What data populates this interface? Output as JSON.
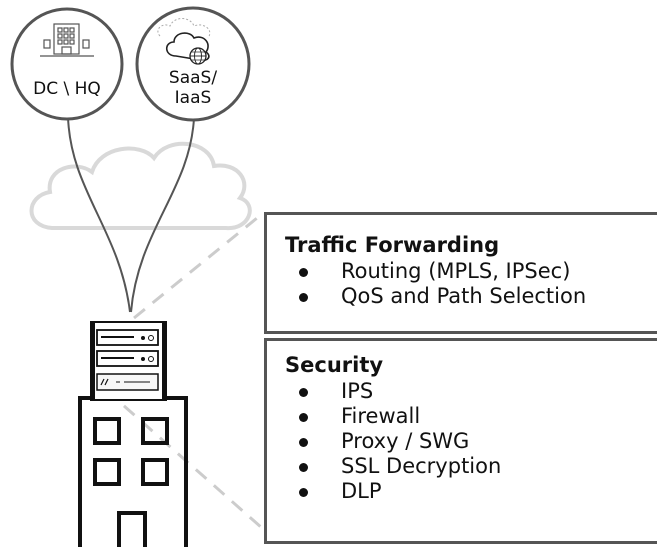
{
  "locations": {
    "hq": {
      "label": "DC \\ HQ",
      "icon": "office-building-icon"
    },
    "cloud": {
      "label_line1": "SaaS/",
      "label_line2": "IaaS",
      "icon": "cloud-globe-icon"
    }
  },
  "internet": {
    "icon": "cloud-icon"
  },
  "branch": {
    "icon": "branch-building-icon",
    "appliance_icon": "network-appliance-stack-icon"
  },
  "panels": {
    "traffic_forwarding": {
      "title": "Traffic Forwarding",
      "items": [
        "Routing (MPLS, IPSec)",
        "QoS and Path Selection"
      ]
    },
    "security": {
      "title": "Security",
      "items": [
        "IPS",
        "Firewall",
        "Proxy / SWG",
        "SSL Decryption",
        "DLP"
      ]
    }
  },
  "colors": {
    "stroke": "#111111",
    "connector": "#555555",
    "dashed": "#cccccc",
    "cloud_outline": "#d9d9d9"
  }
}
